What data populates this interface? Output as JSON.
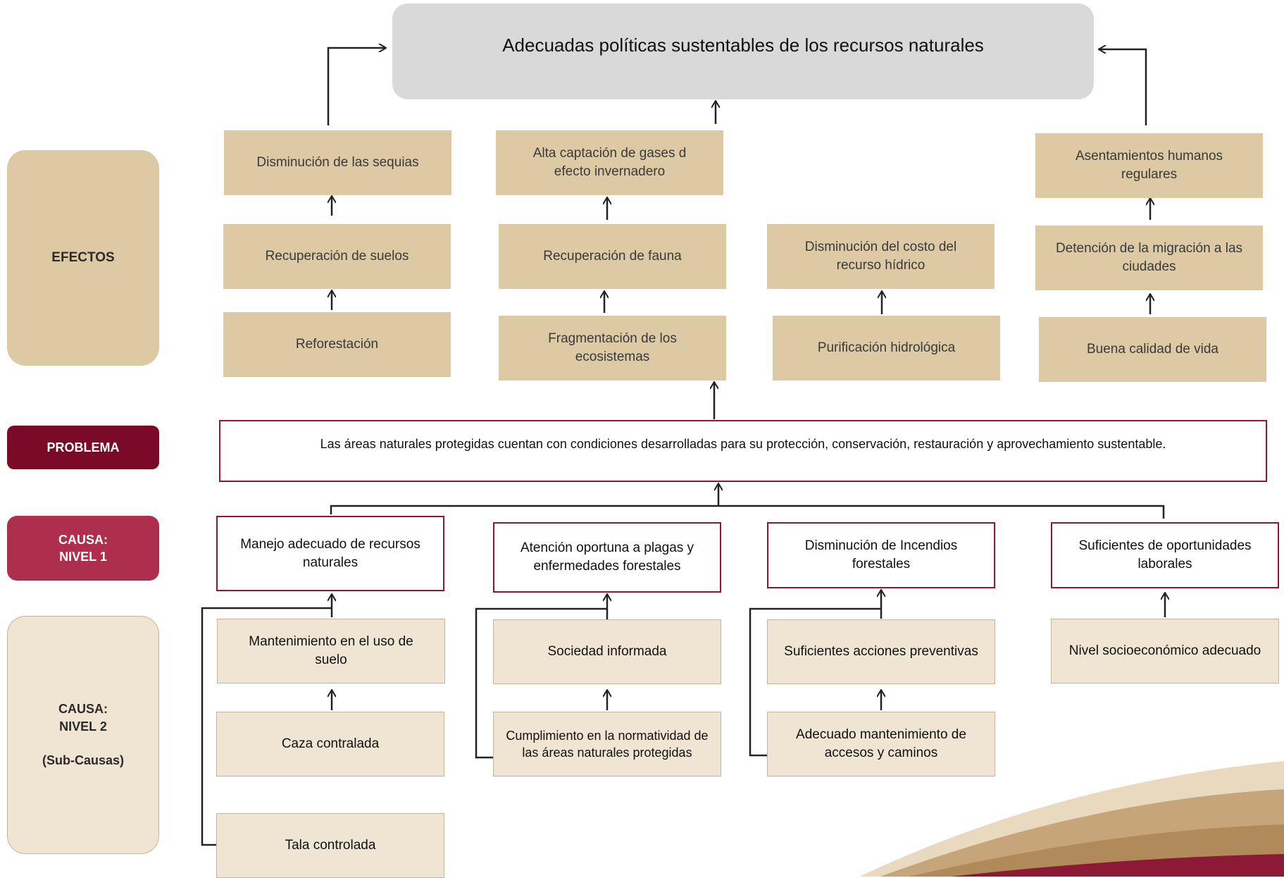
{
  "goal": "Adecuadas políticas sustentables de los recursos naturales",
  "labels": {
    "efectos": "EFECTOS",
    "problema": "PROBLEMA",
    "causa1": "CAUSA:\nNIVEL 1",
    "causa2": "CAUSA:\nNIVEL 2\n\n(Sub-Causas)"
  },
  "efectos": {
    "col1": [
      "Disminución de las sequias",
      "Recuperación de suelos",
      "Reforestación"
    ],
    "col2": [
      "Alta  captación de gases d efecto invernadero",
      "Recuperación de fauna",
      "Fragmentación de los ecosistemas"
    ],
    "col3": [
      "Disminución del costo del recurso hídrico",
      "Purificación hidrológica"
    ],
    "col4": [
      "Asentamientos humanos regulares",
      "Detención de la migración a las ciudades",
      "Buena calidad de vida"
    ]
  },
  "problema": "Las áreas naturales protegidas cuentan con condiciones desarrolladas para su protección, conservación, restauración y aprovechamiento sustentable.",
  "causas1": [
    "Manejo adecuado de recursos naturales",
    "Atención oportuna a plagas y enfermedades forestales",
    "Disminución de Incendios forestales",
    "Suficientes de oportunidades laborales"
  ],
  "causas2": {
    "col1": [
      "Mantenimiento en el uso de suelo",
      "Caza contralada",
      "Tala controlada"
    ],
    "col2": [
      "Sociedad informada",
      "Cumplimiento en la normatividad de las áreas naturales protegidas"
    ],
    "col3": [
      "Suficientes acciones preventivas",
      "Adecuado mantenimiento de accesos y caminos"
    ],
    "col4": [
      "Nivel socioeconómico adecuado"
    ]
  },
  "colors": {
    "efectos_box": "#ddc9a3",
    "causa2_box": "#f0e5d3",
    "problema_label": "#7a0a26",
    "causa1_label": "#ae2f4d",
    "border_red": "#8c1a36"
  }
}
